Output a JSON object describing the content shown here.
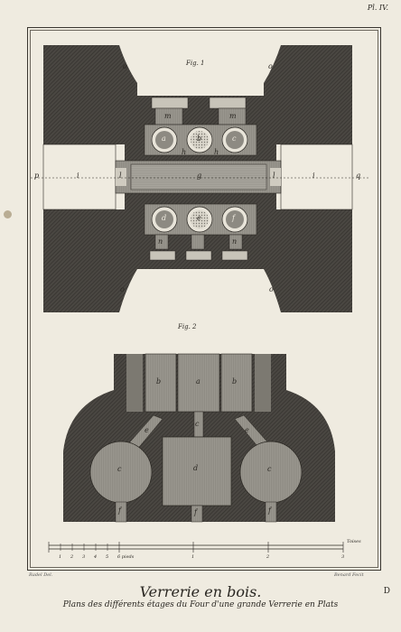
{
  "plate": {
    "number": "Pl. IV."
  },
  "figures": {
    "fig1": "Fig. 1",
    "fig2": "Fig. 2"
  },
  "fig1_letters": {
    "o_tl": "o",
    "o_tr": "o",
    "o_bl": "o",
    "o_br": "o",
    "m_left": "m",
    "m_right": "m",
    "a": "a",
    "b": "b",
    "c": "c",
    "h": "h",
    "h2": "h",
    "p": "p",
    "i_left": "i",
    "l_left": "l",
    "g": "g",
    "l_right": "l",
    "i_right": "i",
    "q": "q",
    "d": "d",
    "e": "e",
    "f": "f",
    "n_left": "n",
    "n_right": "n"
  },
  "fig2_letters": {
    "b_left": "b",
    "a": "a",
    "b_right": "b",
    "c_mid": "c",
    "e_left": "e",
    "e_right": "e",
    "c_left": "c",
    "d": "d",
    "c_right": "c",
    "f_left": "f",
    "f_mid": "f",
    "f_right": "f"
  },
  "scale": {
    "ticks": [
      "1",
      "2",
      "3",
      "4",
      "5",
      "6"
    ],
    "pieds": "6 pieds",
    "toises_ticks": [
      "1",
      "2",
      "3"
    ],
    "toises": "Toises"
  },
  "credits": {
    "left": "Radel Del.",
    "right": "Benard Fecit"
  },
  "title": "Verrerie en bois.",
  "subtitle": "Plans des différents étages du Four d'une grande Verrerie en Plats",
  "corner_letter": "D",
  "colors": {
    "paper": "#efebe0",
    "ink": "#2a2722",
    "dark": "#3c3935",
    "mid": "#8d8a82",
    "light": "#c8c4b9"
  }
}
